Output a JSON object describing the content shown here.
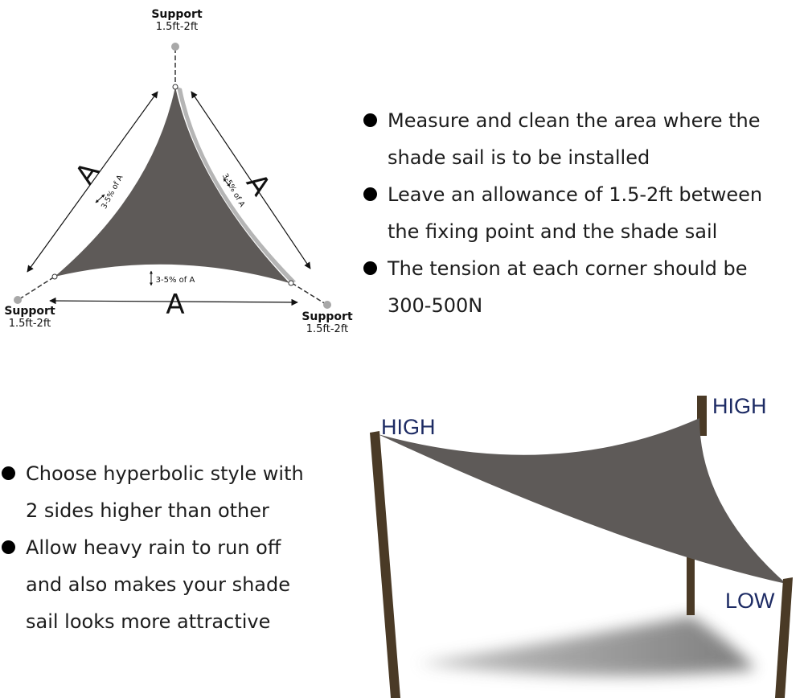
{
  "triangle_diagram": {
    "supports": [
      {
        "label": "Support",
        "dim": "1.5ft-2ft"
      },
      {
        "label": "Support",
        "dim": "1.5ft-2ft"
      },
      {
        "label": "Support",
        "dim": "1.5ft-2ft"
      }
    ],
    "side_label": "A",
    "sag_label": "3-5% of A"
  },
  "install_tips": [
    {
      "lines": [
        "Measure and clean the area where the",
        "shade sail is to be installed"
      ]
    },
    {
      "lines": [
        "Leave an allowance of 1.5-2ft between",
        "the fixing point and the shade sail"
      ]
    },
    {
      "lines": [
        "The tension at each corner should be",
        "300-500N"
      ]
    }
  ],
  "style_tips": [
    {
      "lines": [
        "Choose hyperbolic style with",
        "2 sides higher than other"
      ]
    },
    {
      "lines": [
        "Allow heavy rain to run off",
        "and also makes your shade",
        "sail looks more attractive"
      ]
    }
  ],
  "hyperbolic_diagram": {
    "labels": {
      "left": "HIGH",
      "right": "HIGH",
      "low": "LOW"
    },
    "colors": {
      "sail": "#5e5a58",
      "pole": "#4a3a26",
      "label": "#1d2b64"
    }
  }
}
